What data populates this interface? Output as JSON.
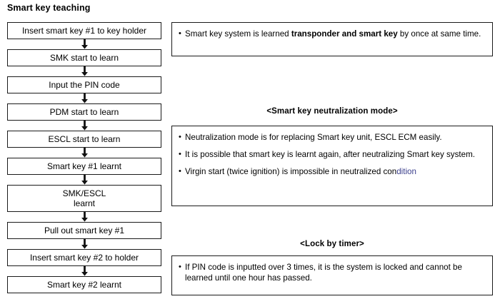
{
  "flow": {
    "title": "Smart key teaching",
    "arrow_icon": "arrow-down-icon",
    "nodes": [
      {
        "id": "insert-smart-key-1",
        "lines": [
          "Insert smart key #1 to key holder"
        ]
      },
      {
        "id": "smk-start-to-learn",
        "lines": [
          "SMK start to learn"
        ]
      },
      {
        "id": "input-pin-code",
        "lines": [
          "Input the PIN code"
        ]
      },
      {
        "id": "pdm-start-to-learn",
        "lines": [
          "PDM start to learn"
        ]
      },
      {
        "id": "escl-start-to-learn",
        "lines": [
          "ESCL start to learn"
        ]
      },
      {
        "id": "smart-key-1-learnt",
        "lines": [
          "Smart key #1 learnt"
        ]
      },
      {
        "id": "smk-escl-learnt",
        "lines": [
          "SMK/ESCL",
          "learnt"
        ]
      },
      {
        "id": "pull-out-smart-key-1",
        "lines": [
          "Pull out smart key #1"
        ]
      },
      {
        "id": "insert-smart-key-2",
        "lines": [
          "Insert smart key #2 to holder"
        ]
      },
      {
        "id": "smart-key-2-learnt",
        "lines": [
          "Smart key #2 learnt"
        ]
      }
    ]
  },
  "notes": {
    "box1": {
      "bullets": [
        {
          "bullet": "•",
          "pre": "Smart key system is learned ",
          "bold": "transponder and smart key",
          "post": " by once at same  time."
        }
      ]
    },
    "heading1": "<Smart key neutralization mode>",
    "box2": {
      "bullets": [
        {
          "bullet": "•",
          "text": "Neutralization mode is for replacing Smart key unit, ESCL ECM easily."
        },
        {
          "bullet": "•",
          "text": "It is possible that smart key is learnt again, after neutralizing Smart key system."
        },
        {
          "bullet": "•",
          "pre": "Virgin start (twice ignition) is impossible in neutralized con",
          "tinted": "dition"
        }
      ]
    },
    "heading2": "<Lock by timer>",
    "box3": {
      "bullets": [
        {
          "bullet": "•",
          "text": "If PIN code is inputted over 3 times, it is the system is locked and cannot be learned until one hour has passed."
        }
      ]
    }
  },
  "colors": {
    "border": "#1a1a1a",
    "text": "#000000",
    "tint": "#3b3f8c",
    "background": "#ffffff"
  }
}
